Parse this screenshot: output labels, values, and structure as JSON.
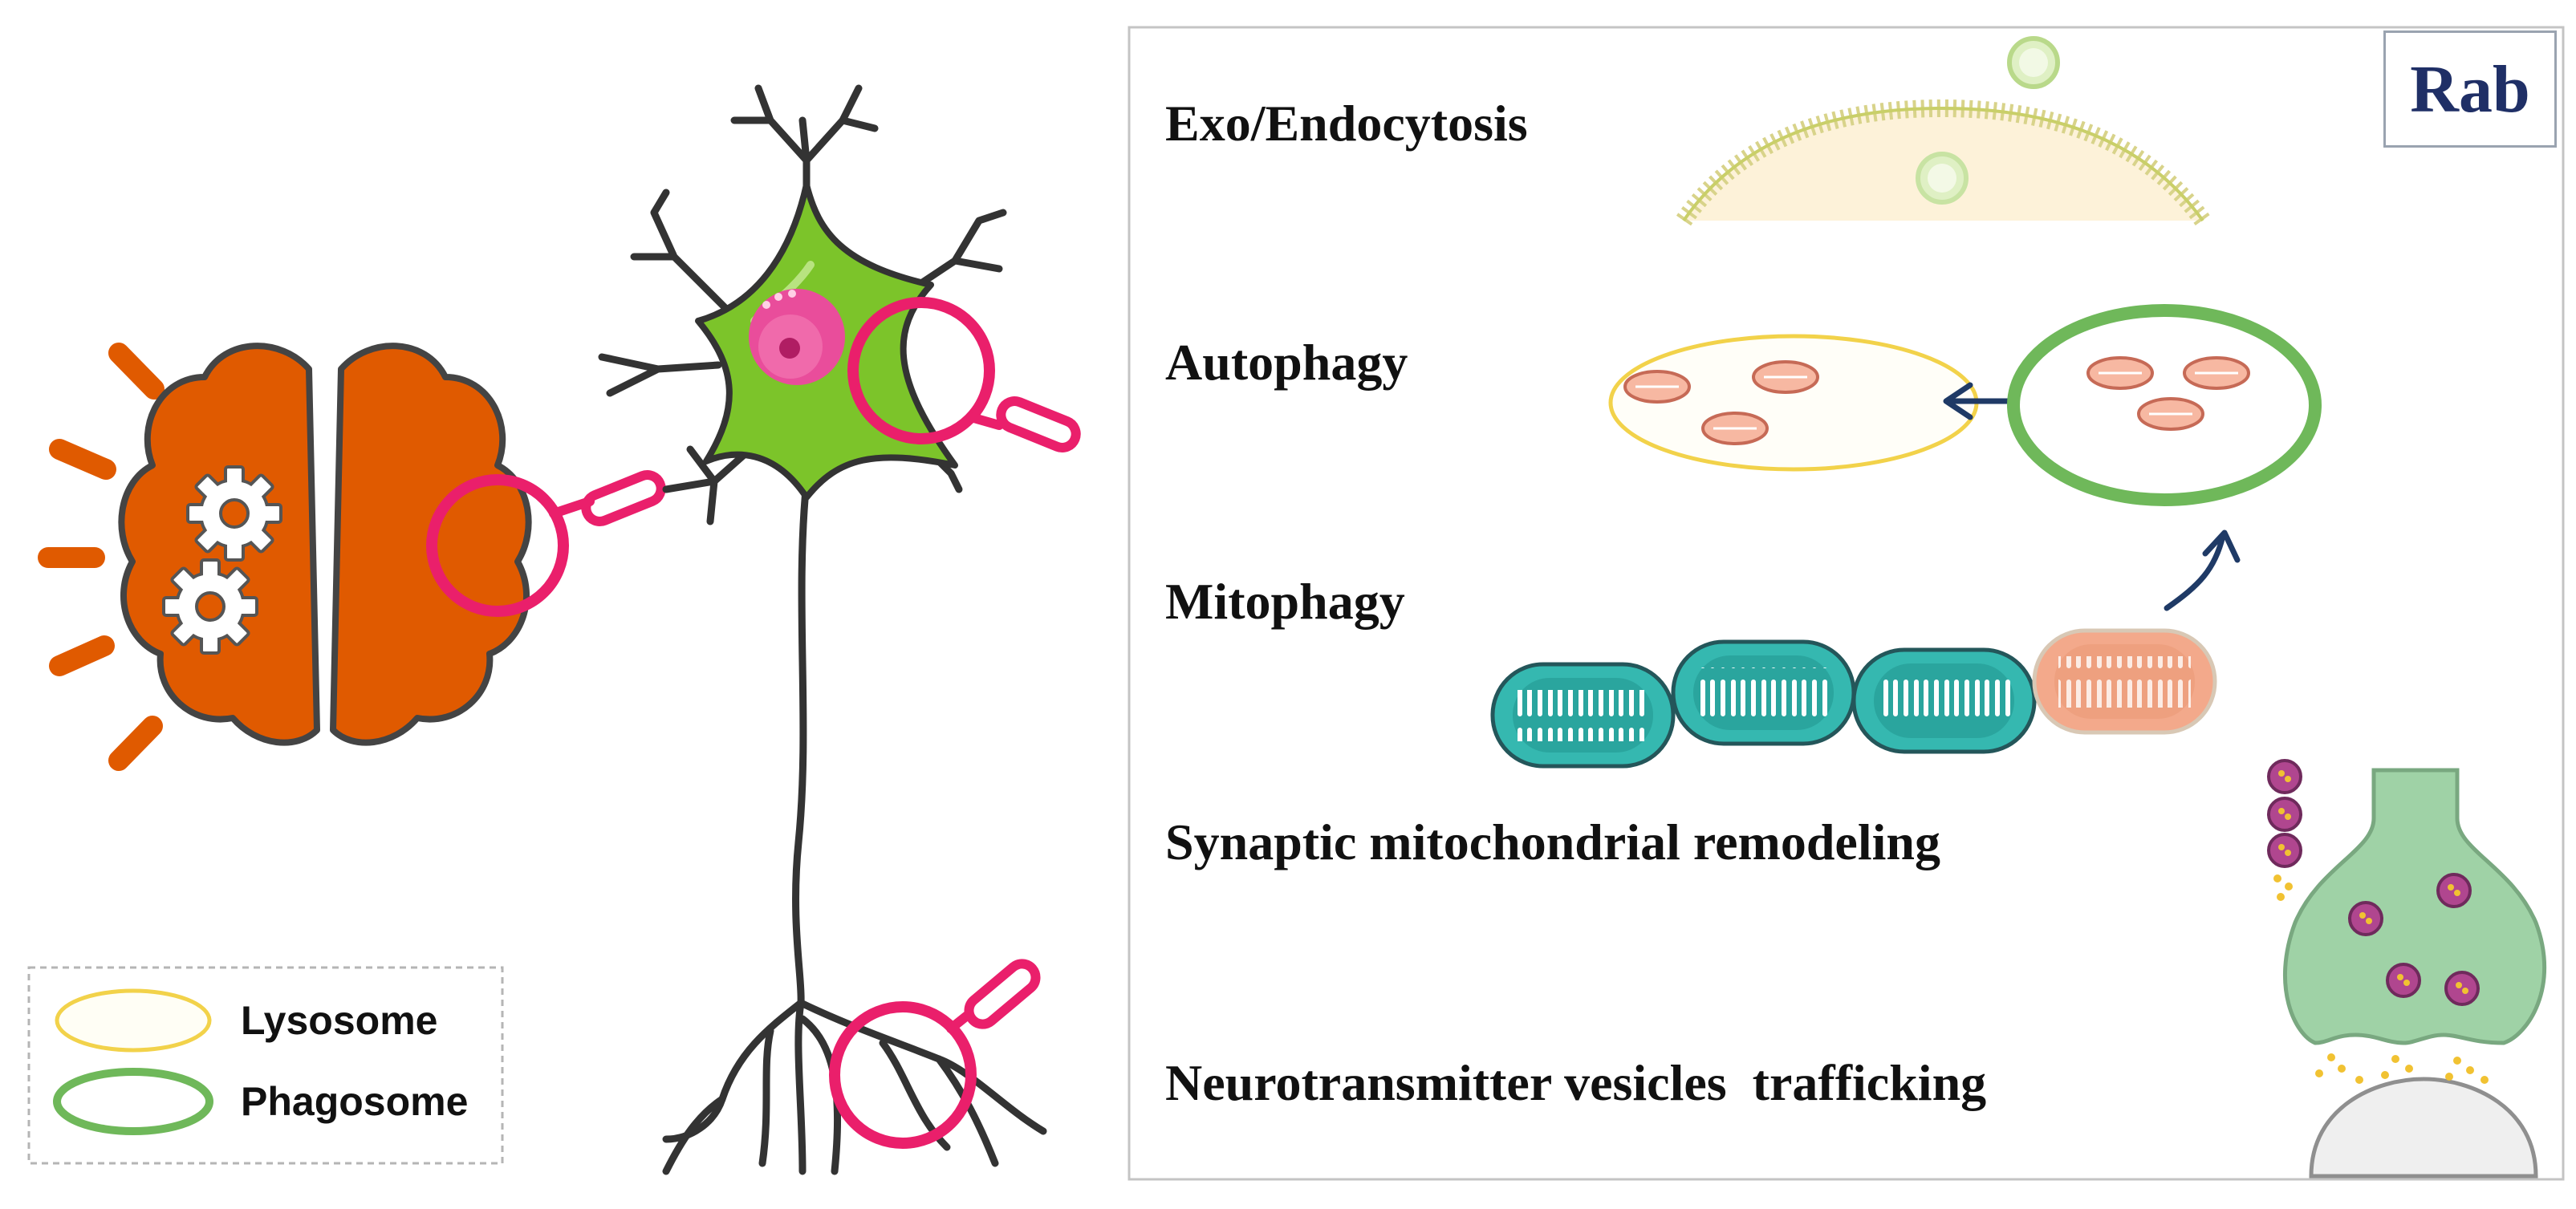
{
  "rab_badge": "Rab",
  "processes": {
    "exo_endocytosis": "Exo/Endocytosis",
    "autophagy": "Autophagy",
    "mitophagy": "Mitophagy",
    "synaptic_remodeling": "Synaptic mitochondrial remodeling",
    "neurotransmitter_trafficking": "Neurotransmitter vesicles  trafficking"
  },
  "legend": {
    "lysosome": "Lysosome",
    "phagosome": "Phagosome"
  },
  "colors": {
    "brain": "#e05a00",
    "magnifier": "#ea1f6b",
    "neuron_body": "#7cc42a",
    "nucleus": "#e94d9b",
    "lysosome": "#f2d24a",
    "phagosome": "#6fb85a",
    "mitochondria_healthy": "#35b8b0",
    "mitochondria_damaged": "#f3a98b",
    "synapse": "#9fd2a6",
    "panel_border": "#c4c4c4",
    "arrow": "#1f3a66"
  }
}
